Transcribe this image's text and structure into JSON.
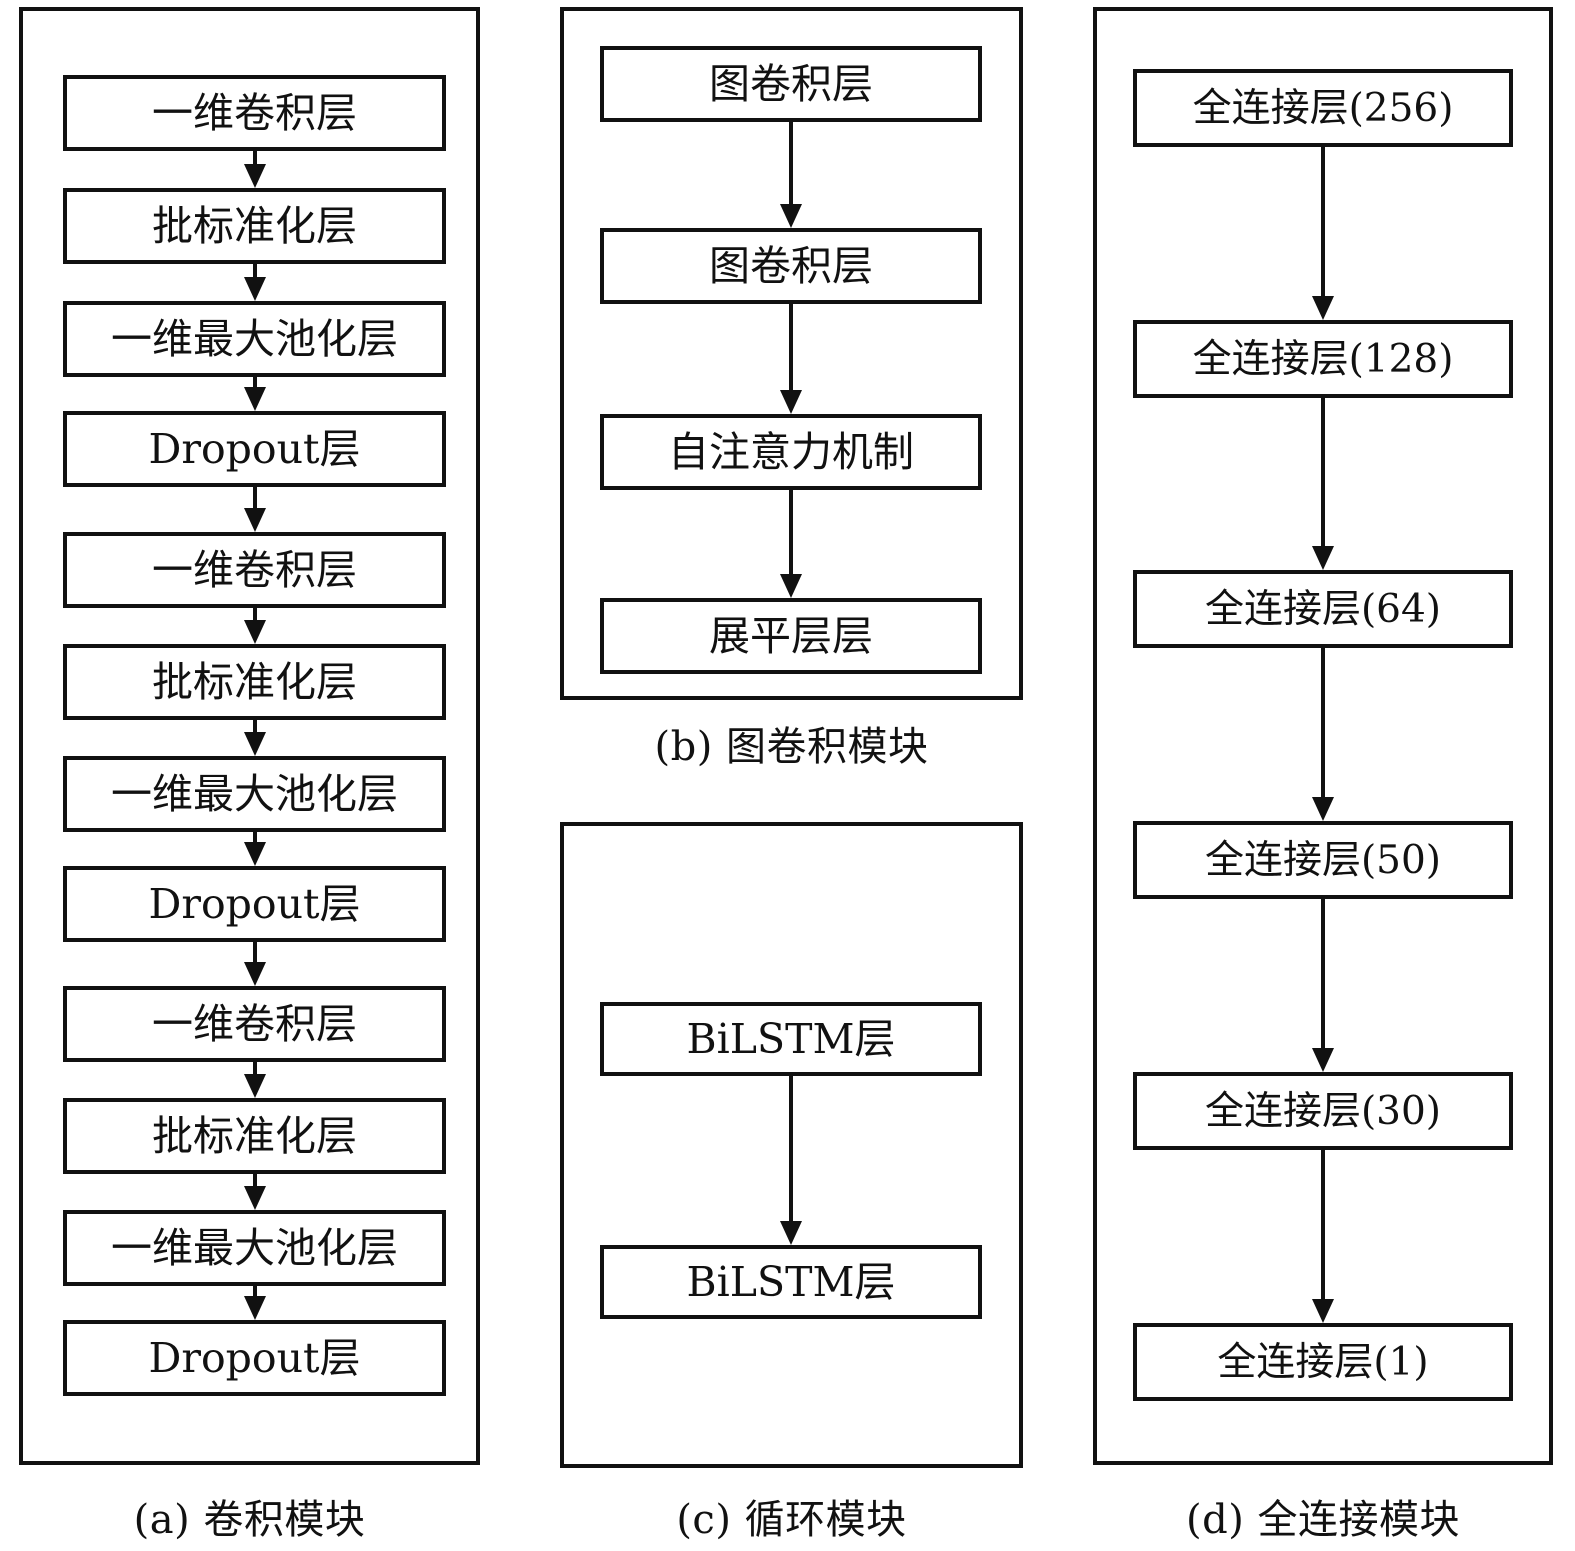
{
  "figure": {
    "title_present": false,
    "panels": [
      {
        "id": "a",
        "caption": "(a) 卷积模块",
        "nodes": [
          {
            "label": "一维卷积层"
          },
          {
            "label": "批标准化层"
          },
          {
            "label": "一维最大池化层"
          },
          {
            "label": "Dropout层"
          },
          {
            "label": "一维卷积层"
          },
          {
            "label": "批标准化层"
          },
          {
            "label": "一维最大池化层"
          },
          {
            "label": "Dropout层"
          },
          {
            "label": "一维卷积层"
          },
          {
            "label": "批标准化层"
          },
          {
            "label": "一维最大池化层"
          },
          {
            "label": "Dropout层"
          }
        ]
      },
      {
        "id": "b",
        "caption": "(b) 图卷积模块",
        "nodes": [
          {
            "label": "图卷积层"
          },
          {
            "label": "图卷积层"
          },
          {
            "label": "自注意力机制"
          },
          {
            "label": "展平层层"
          }
        ]
      },
      {
        "id": "c",
        "caption": "(c) 循环模块",
        "nodes": [
          {
            "label": "BiLSTM层"
          },
          {
            "label": "BiLSTM层"
          }
        ]
      },
      {
        "id": "d",
        "caption": "(d) 全连接模块",
        "nodes": [
          {
            "label": "全连接层(256)"
          },
          {
            "label": "全连接层(128)"
          },
          {
            "label": "全连接层(64)"
          },
          {
            "label": "全连接层(50)"
          },
          {
            "label": "全连接层(30)"
          },
          {
            "label": "全连接层(1)"
          }
        ]
      }
    ]
  },
  "colors": {
    "stroke": "#111111",
    "background": "#ffffff",
    "text": "#111111"
  }
}
